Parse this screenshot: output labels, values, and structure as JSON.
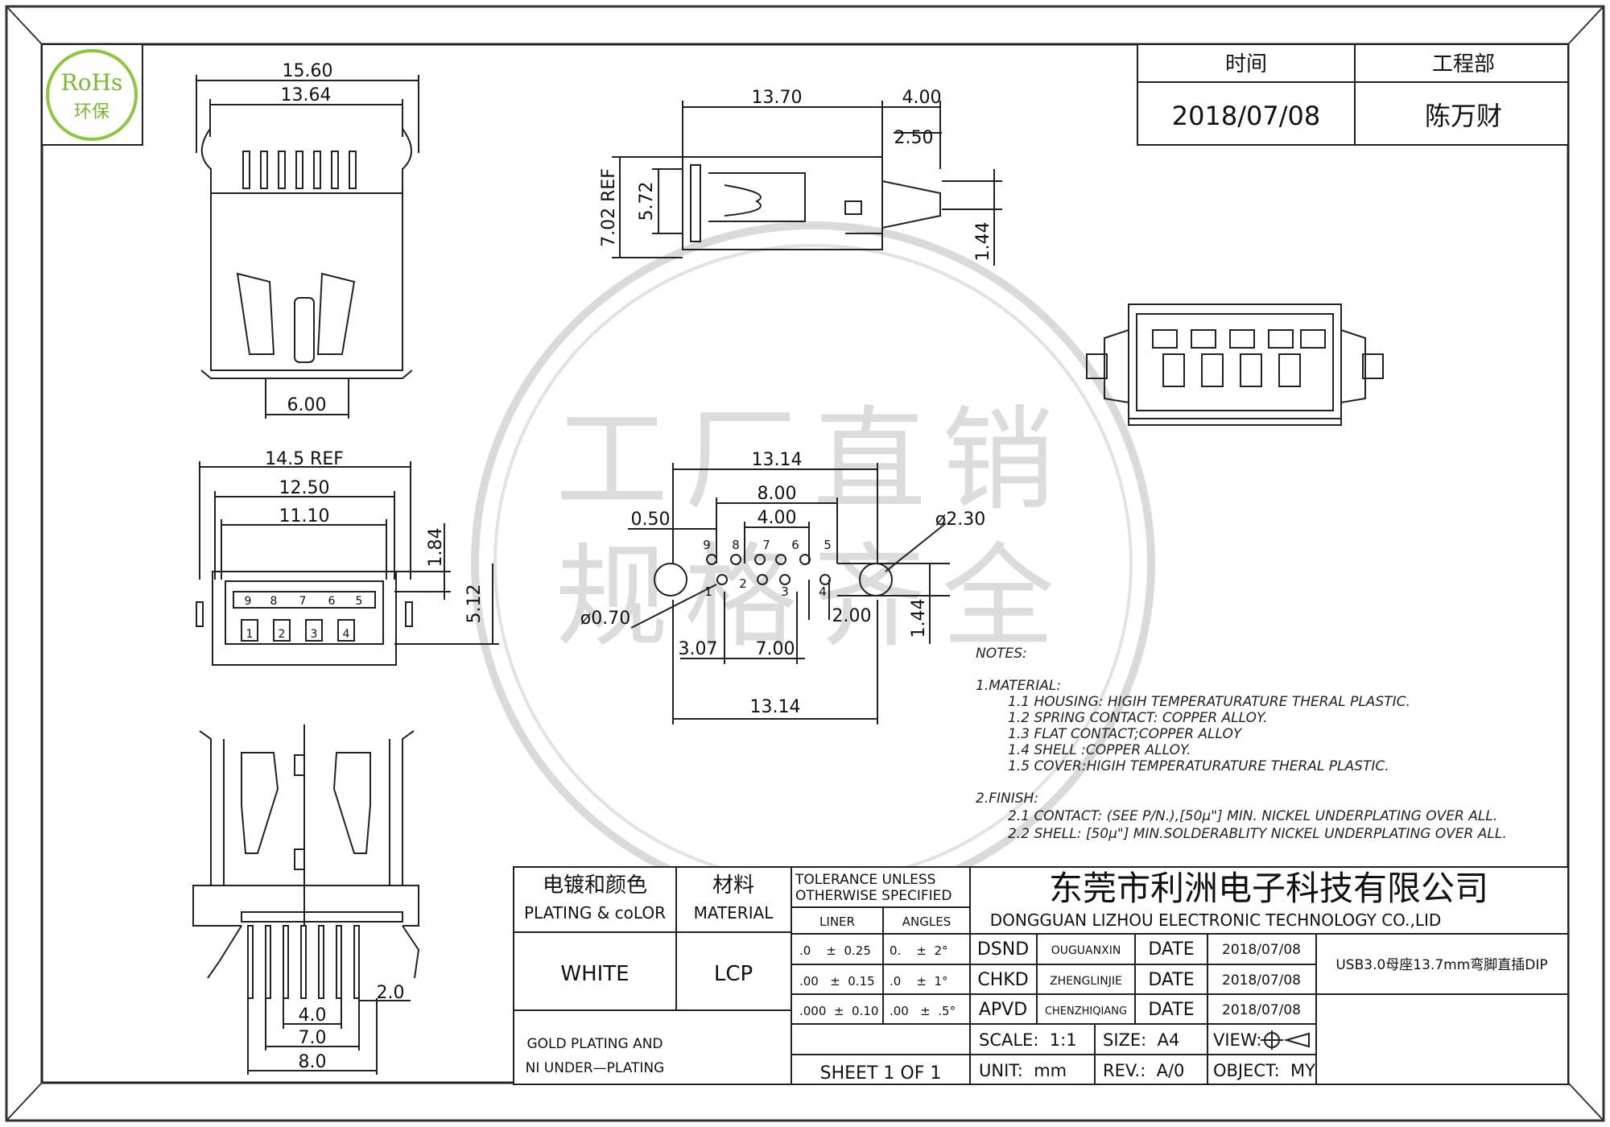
{
  "logo": {
    "line1": "RoHs",
    "line2": "环保"
  },
  "header_table": {
    "col1_label": "时间",
    "col2_label": "工程部",
    "col1_value": "2018/07/08",
    "col2_value": "陈万财"
  },
  "watermark": {
    "line1": "工厂直销",
    "line2": "规格齐全"
  },
  "views": {
    "top_left": {
      "dim1": "15.60",
      "dim2": "13.64",
      "dim3": "6.00"
    },
    "top_middle": {
      "dim1": "13.70",
      "dim2": "4.00",
      "dim3": "2.50",
      "dim4": "7.02 REF",
      "dim5": "5.72",
      "dim6": "1.44"
    },
    "front": {
      "dim1": "14.5  REF",
      "dim2": "12.50",
      "dim3": "11.10",
      "dim4": "1.84",
      "dim5": "5.12",
      "pins_top": [
        "9",
        "8",
        "7",
        "6",
        "5"
      ],
      "pins_bottom": [
        "1",
        "2",
        "3",
        "4"
      ]
    },
    "footprint": {
      "dim_top": "13.14",
      "dim_8": "8.00",
      "dim_4": "4.00",
      "dim_050": "0.50",
      "dim_hole": "ø2.30",
      "dim_pin": "ø0.70",
      "dim_200": "2.00",
      "dim_144": "1.44",
      "dim_307": "3.07",
      "dim_700": "7.00",
      "dim_bottom": "13.14",
      "pins_top": [
        "9",
        "8",
        "7",
        "6",
        "5"
      ],
      "pins_bottom": [
        "1",
        "2",
        "3",
        "4"
      ]
    },
    "bottom_left": {
      "dim1": "2.0",
      "dim2": "4.0",
      "dim3": "7.0",
      "dim4": "8.0"
    }
  },
  "notes": {
    "title": "NOTES:",
    "material_heading": "1.MATERIAL:",
    "material_items": [
      "1.1  HOUSING: HIGIH TEMPERATURATURE THERAL PLASTIC.",
      "1.2  SPRING CONTACT: COPPER ALLOY.",
      "1.3  FLAT CONTACT;COPPER  ALLOY",
      "1.4  SHELL  :COPPER ALLOY.",
      "1.5  COVER:HIGIH TEMPERATURATURE THERAL PLASTIC."
    ],
    "finish_heading": "2.FINISH:",
    "finish_items": [
      "2.1  CONTACT: (SEE P/N.),[50μ\"] MIN. NICKEL UNDERPLATING OVER ALL.",
      "2.2  SHELL: [50μ\"] MIN.SOLDERABLITY NICKEL UNDERPLATING OVER ALL."
    ]
  },
  "title_block": {
    "plating_cn": "电镀和颜色",
    "plating_en": "PLATING & coLOR",
    "material_cn": "材料",
    "material_en": "MATERIAL",
    "color_value": "WHITE",
    "material_value": "LCP",
    "plating_value_1": "GOLD PLATING AND",
    "plating_value_2": "NI UNDER—PLATING",
    "tolerance_1": "TOLERANCE  UNLESS",
    "tolerance_2": "OTHERWISE  SPECIFIED",
    "liner": "LINER",
    "angles": "ANGLES",
    "tol_rows": [
      {
        "liner": ".0    ±  0.25",
        "angle": "0.    ±  2°"
      },
      {
        "liner": ".00   ±  0.15",
        "angle": ".0    ±  1°"
      },
      {
        "liner": ".000  ±  0.10",
        "angle": ".00   ±  .5°"
      }
    ],
    "sheet": "SHEET 1 OF 1",
    "company_cn": "东莞市利洲电子科技有限公司",
    "company_en": "DONGGUAN LIZHOU ELECTRONIC TECHNOLOGY CO.,LID",
    "rows": [
      {
        "role": "DSND",
        "name": "OUGUANXIN",
        "date_label": "DATE",
        "date": "2018/07/08"
      },
      {
        "role": "CHKD",
        "name": "ZHENGLINJIE",
        "date_label": "DATE",
        "date": "2018/07/08"
      },
      {
        "role": "APVD",
        "name": "CHENZHIQIANG",
        "date_label": "DATE",
        "date": "2018/07/08"
      }
    ],
    "part_desc": "USB3.0母座13.7mm弯脚直插DIP",
    "scale": "SCALE:  1:1",
    "size": "SIZE:  A4",
    "view": "VIEW:",
    "unit": "UNIT:  mm",
    "rev": "REV.:  A/0",
    "object": "OBJECT:  MY"
  }
}
